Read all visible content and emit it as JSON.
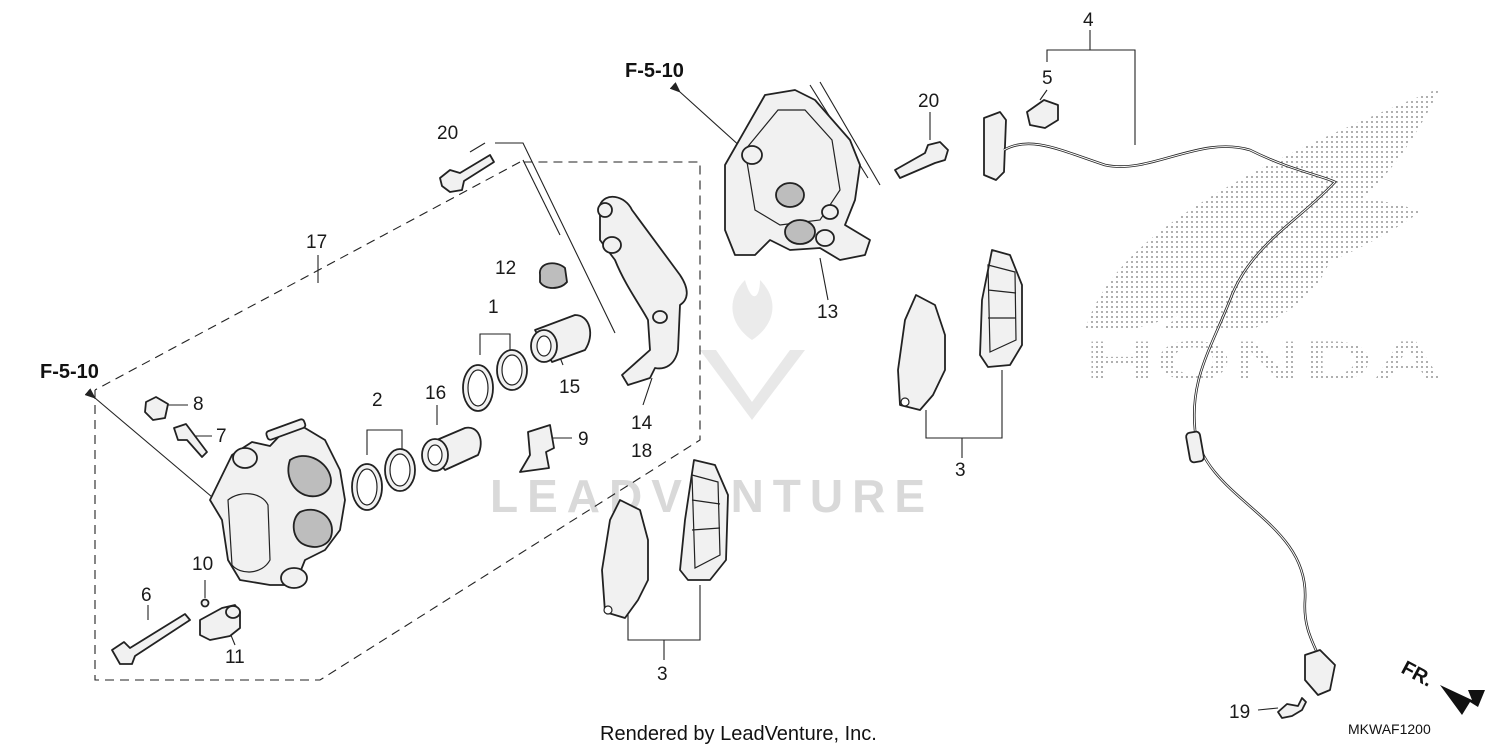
{
  "diagram": {
    "callouts": {
      "c1": "1",
      "c2": "2",
      "c3a": "3",
      "c3b": "3",
      "c4": "4",
      "c5": "5",
      "c6": "6",
      "c7": "7",
      "c8": "8",
      "c9": "9",
      "c10": "10",
      "c11": "11",
      "c12": "12",
      "c13": "13",
      "c14": "14",
      "c15": "15",
      "c16": "16",
      "c17": "17",
      "c18": "18",
      "c19": "19",
      "c20a": "20",
      "c20b": "20"
    },
    "references": {
      "left": "F-5-10",
      "top": "F-5-10"
    },
    "direction_label": "FR.",
    "diagram_code": "MKWAF1200",
    "footer": "Rendered by LeadVenture, Inc.",
    "watermark": "LEADVENTURE",
    "logo_text": "HONDA"
  },
  "colors": {
    "line": "#222222",
    "watermark": "#d9d9d9",
    "logo_dots": "#9a9a9a"
  }
}
